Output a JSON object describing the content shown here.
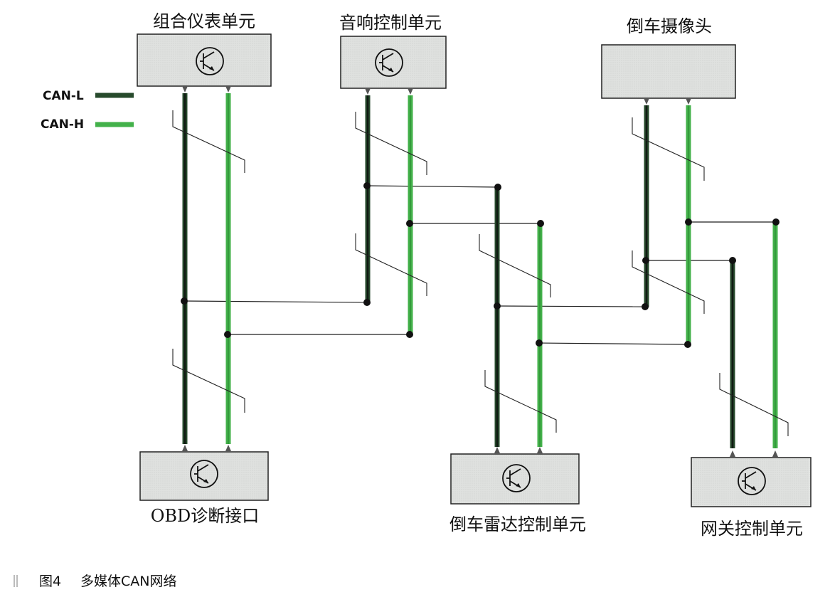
{
  "units": {
    "cluster": "组合仪表单元",
    "audio": "音响控制单元",
    "camera": "倒车摄像头",
    "obd": "OBD诊断接口",
    "radar": "倒车雷达控制单元",
    "gateway": "网关控制单元"
  },
  "legend": {
    "can_l": "CAN-L",
    "can_h": "CAN-H"
  },
  "colors": {
    "can_l": "#274a2c",
    "can_h": "#43b14a"
  },
  "caption": {
    "figure_no": "图4",
    "title": "多媒体CAN网络"
  }
}
